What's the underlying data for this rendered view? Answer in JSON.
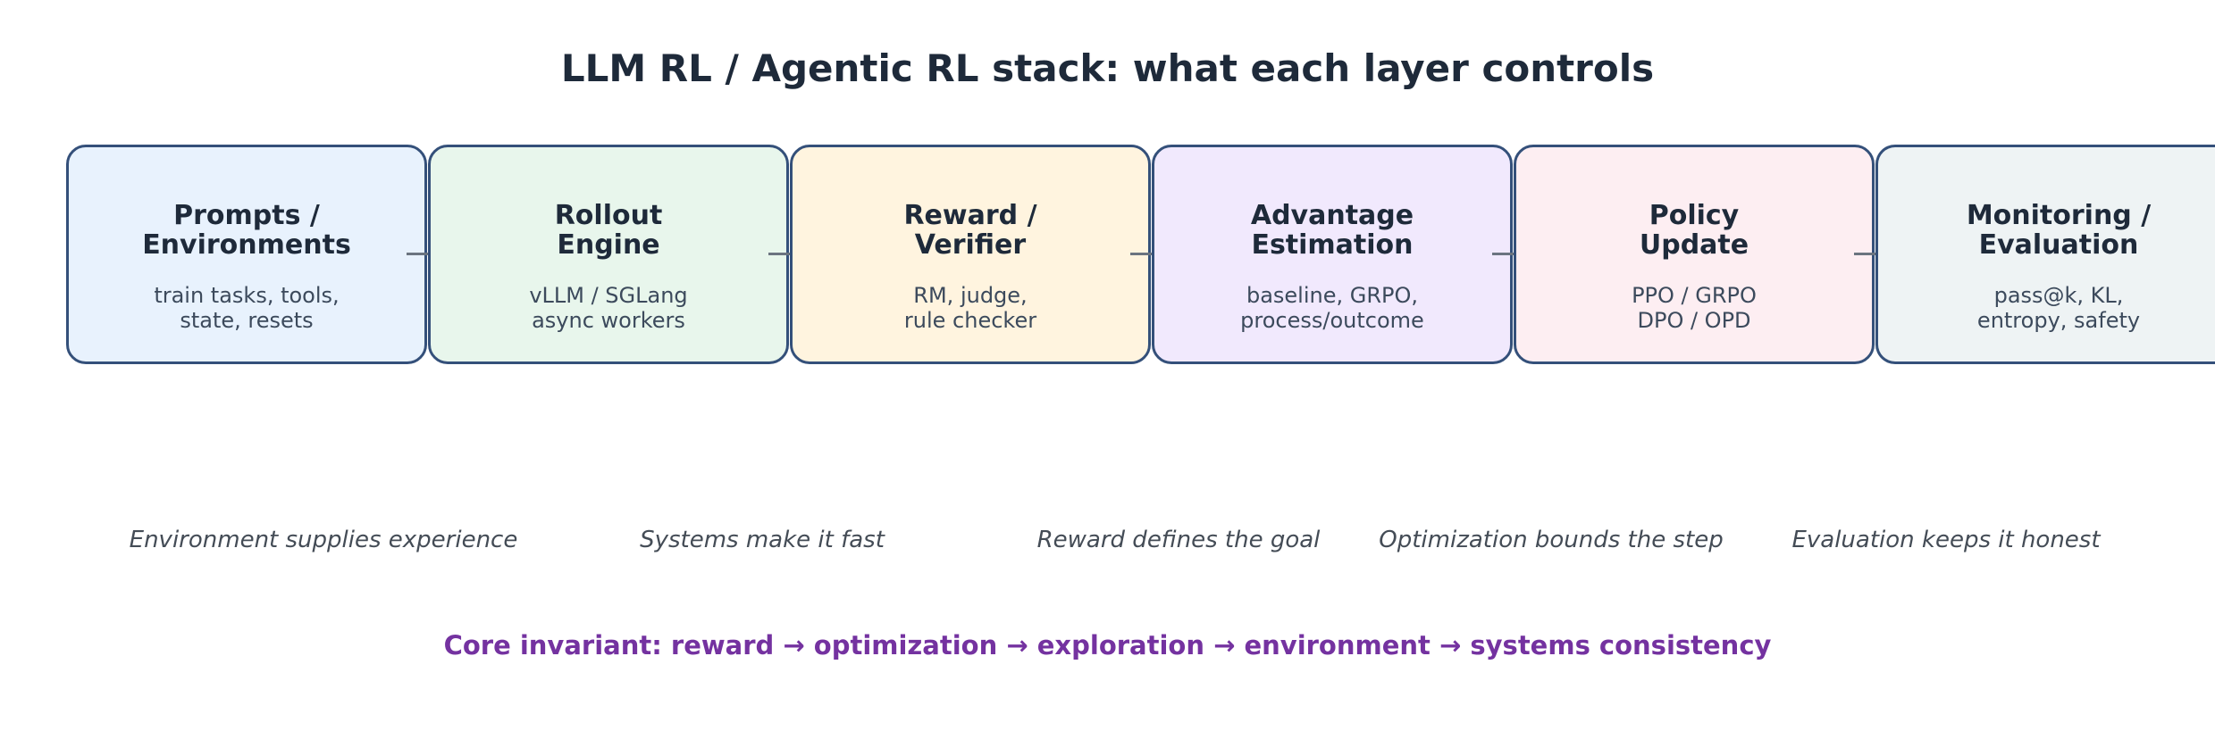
{
  "title": "LLM RL / Agentic RL stack: what each layer controls",
  "colors": {
    "border": "#34507a",
    "title_text": "#1e2a3a",
    "footer_text": "#7432a0",
    "node_fills": [
      "#e8f2fd",
      "#e8f6ec",
      "#fff4df",
      "#f1e9fd",
      "#fdeef2",
      "#eef3f4"
    ]
  },
  "nodes": [
    {
      "title": "Prompts /\nEnvironments",
      "subtitle": "train tasks, tools,\nstate, resets"
    },
    {
      "title": "Rollout\nEngine",
      "subtitle": "vLLM / SGLang\nasync workers"
    },
    {
      "title": "Reward /\nVerifier",
      "subtitle": "RM, judge,\nrule checker"
    },
    {
      "title": "Advantage\nEstimation",
      "subtitle": "baseline, GRPO,\nprocess/outcome"
    },
    {
      "title": "Policy\nUpdate",
      "subtitle": "PPO / GRPO\nDPO / OPD"
    },
    {
      "title": "Monitoring /\nEvaluation",
      "subtitle": "pass@k, KL,\nentropy, safety"
    }
  ],
  "captions": [
    "Environment supplies experience",
    "Systems make it fast",
    "Reward defines the goal",
    "Optimization bounds the step",
    "Evaluation keeps it honest"
  ],
  "footer": "Core invariant: reward → optimization → exploration → environment → systems consistency"
}
